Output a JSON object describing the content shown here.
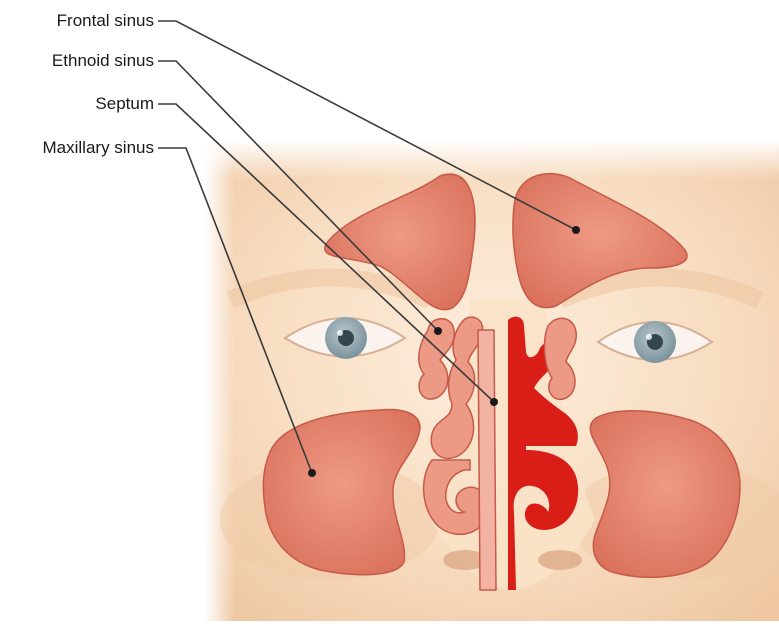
{
  "labels": {
    "frontal": "Frontal sinus",
    "ethmoid": "Ethnoid sinus",
    "septum": "Septum",
    "maxillary": "Maxillary sinus"
  },
  "colors": {
    "skin_light": "#fbe7cf",
    "skin_mid": "#f3cfa9",
    "skin_shadow": "#e9b58d",
    "sinus_fill": "#e07a66",
    "sinus_edge": "#c65a48",
    "septum_red": "#d81e16",
    "leader_line": "#3a3a3a",
    "iris": "#8fa4ad"
  }
}
